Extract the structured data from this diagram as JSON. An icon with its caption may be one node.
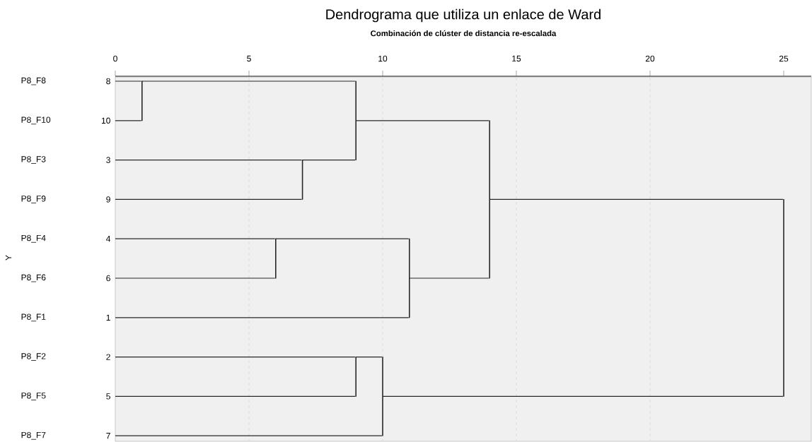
{
  "diagram": {
    "title": "Dendrograma que utiliza un enlace de Ward",
    "nodes": [
      {
        "text": [
          "P8_F8"
        ],
        "beside": [
          "8"
        ]
      },
      {
        "text": [
          "P8_F10"
        ],
        "beside": [
          "10"
        ]
      },
      {
        "text": [
          "P8_F3"
        ],
        "beside": [
          "3"
        ]
      },
      {
        "text": [
          "P8_F9"
        ],
        "beside": [
          "9"
        ]
      },
      {
        "text": [
          "P8_F4"
        ],
        "beside": [
          "4"
        ]
      },
      {
        "text": [
          "P8_F6"
        ],
        "beside": [
          "6"
        ]
      },
      {
        "text": [
          "P8_F1"
        ],
        "beside": [
          "1"
        ]
      },
      {
        "text": [
          "P8_F2"
        ],
        "beside": [
          "2"
        ]
      },
      {
        "text": [
          "P8_F5"
        ],
        "beside": [
          "5"
        ]
      },
      {
        "text": [
          "P8_F7"
        ],
        "beside": [
          "7"
        ]
      },
      {
        "text": [],
        "shape": "bar"
      },
      {
        "text": [],
        "shape": "bar"
      },
      {
        "text": [],
        "shape": "bar"
      },
      {
        "text": [],
        "shape": "bar"
      },
      {
        "text": [],
        "shape": "bar"
      },
      {
        "text": [],
        "shape": "bar"
      },
      {
        "text": [],
        "shape": "bar"
      },
      {
        "text": [],
        "shape": "bar"
      },
      {
        "text": [],
        "shape": "bar"
      }
    ],
    "edges": [
      {
        "from": 0,
        "to": 10,
        "arrow": "none"
      },
      {
        "from": 1,
        "to": 10,
        "arrow": "none"
      },
      {
        "from": 2,
        "to": 11,
        "arrow": "none"
      },
      {
        "from": 3,
        "to": 11,
        "arrow": "none"
      },
      {
        "from": 10,
        "to": 12,
        "arrow": "none"
      },
      {
        "from": 11,
        "to": 12,
        "arrow": "none"
      },
      {
        "from": 4,
        "to": 13,
        "arrow": "none"
      },
      {
        "from": 5,
        "to": 13,
        "arrow": "none"
      },
      {
        "from": 13,
        "to": 14,
        "arrow": "none"
      },
      {
        "from": 6,
        "to": 14,
        "arrow": "none"
      },
      {
        "from": 12,
        "to": 15,
        "arrow": "none"
      },
      {
        "from": 14,
        "to": 15,
        "arrow": "none"
      },
      {
        "from": 7,
        "to": 16,
        "arrow": "none"
      },
      {
        "from": 8,
        "to": 16,
        "arrow": "none"
      },
      {
        "from": 16,
        "to": 17,
        "arrow": "none"
      },
      {
        "from": 9,
        "to": 17,
        "arrow": "none"
      },
      {
        "from": 15,
        "to": 18,
        "arrow": "none"
      },
      {
        "from": 17,
        "to": 18,
        "arrow": "none"
      }
    ],
    "labels": [
      "Combinación de clúster de distancia re-escalada",
      "0",
      "5",
      "10",
      "15",
      "20",
      "25",
      "Y"
    ]
  }
}
